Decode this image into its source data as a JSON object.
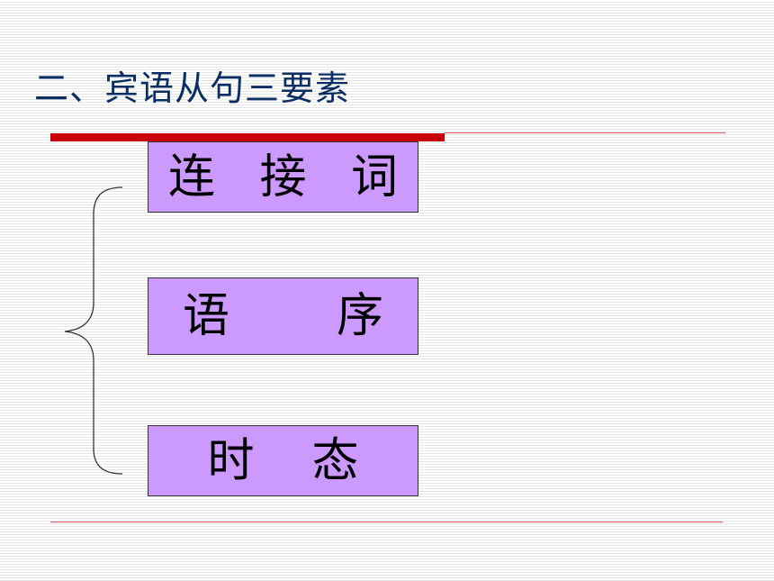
{
  "slide": {
    "title": "二、宾语从句三要素"
  },
  "elements": [
    {
      "chars": [
        "连",
        "接",
        "词"
      ]
    },
    {
      "chars": [
        "语",
        "序"
      ]
    },
    {
      "chars": [
        "时",
        "态"
      ]
    }
  ],
  "colors": {
    "title": "#0a2e63",
    "accent_bar": "#c8000a",
    "rule": "#e06060",
    "box_fill": "#cc99ff",
    "box_border": "#333333"
  }
}
